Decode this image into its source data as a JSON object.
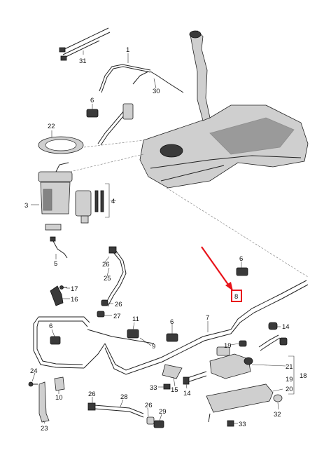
{
  "callouts": {
    "c1": "1",
    "c3": "3",
    "c4": "4",
    "c5": "5",
    "c6a": "6",
    "c6b": "6",
    "c6c": "6",
    "c6d": "6",
    "c7": "7",
    "c8": "8",
    "c9": "9",
    "c10": "10",
    "c11": "11",
    "c14a": "14",
    "c14b": "14",
    "c15": "15",
    "c16": "16",
    "c17": "17",
    "c18": "18",
    "c19a": "19",
    "c19b": "19",
    "c20": "20",
    "c21": "21",
    "c22": "22",
    "c23": "23",
    "c24": "24",
    "c25": "25",
    "c26a": "26",
    "c26b": "26",
    "c26c": "26",
    "c26d": "26",
    "c27": "27",
    "c28": "28",
    "c29": "29",
    "c30": "30",
    "c31": "31",
    "c32": "32",
    "c33a": "33",
    "c33b": "33"
  },
  "highlight": {
    "label": "8",
    "color": "#e8141b"
  },
  "colors": {
    "line": "#222222",
    "part_fill": "#cfcfcf",
    "dark_fill": "#3a3a3a"
  }
}
